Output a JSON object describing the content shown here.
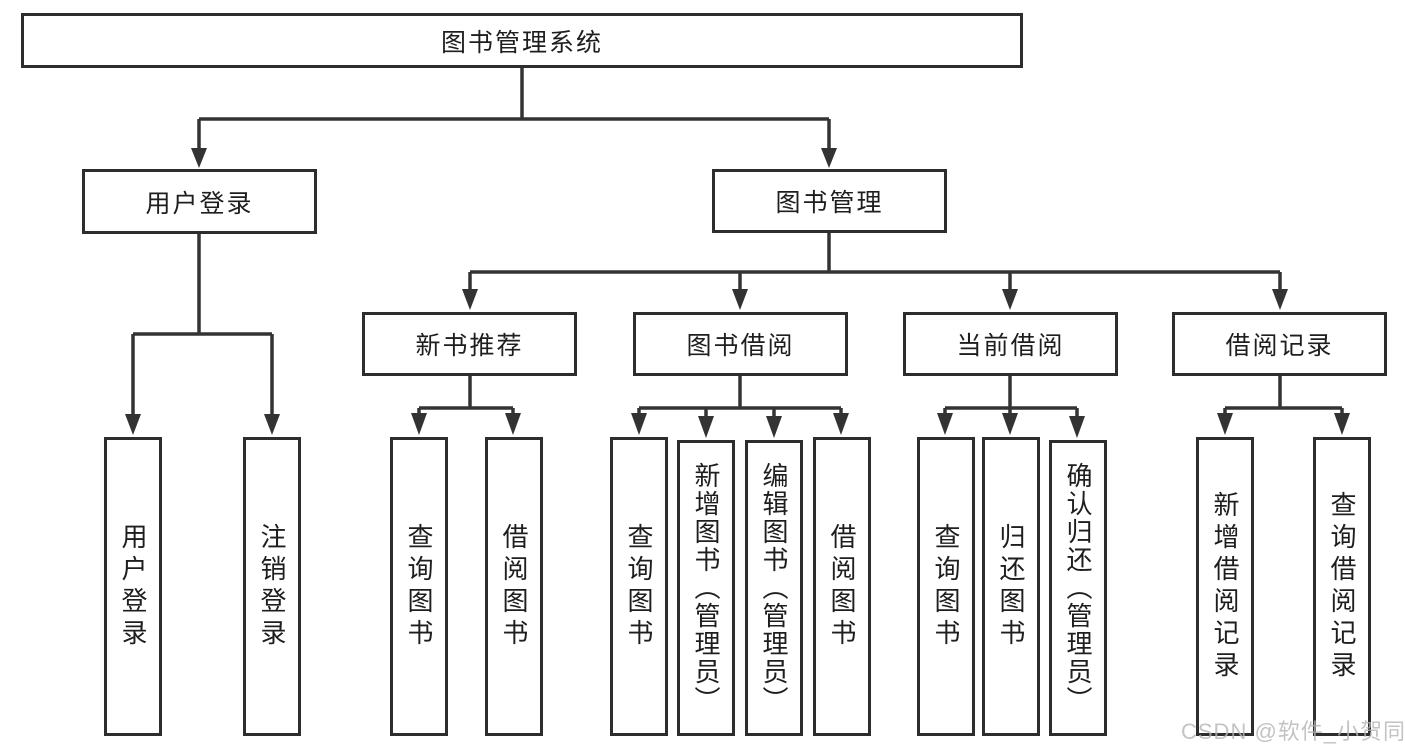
{
  "diagram_title": "图书管理系统",
  "tree": {
    "label": "图书管理系统",
    "children": [
      {
        "label": "用户登录",
        "children": [
          {
            "label": "用户登录"
          },
          {
            "label": "注销登录"
          }
        ]
      },
      {
        "label": "图书管理",
        "children": [
          {
            "label": "新书推荐",
            "children": [
              {
                "label": "查询图书"
              },
              {
                "label": "借阅图书"
              }
            ]
          },
          {
            "label": "图书借阅",
            "children": [
              {
                "label": "查询图书"
              },
              {
                "label": "新增图书（管理员）"
              },
              {
                "label": "编辑图书（管理员）"
              },
              {
                "label": "借阅图书"
              }
            ]
          },
          {
            "label": "当前借阅",
            "children": [
              {
                "label": "查询图书"
              },
              {
                "label": "归还图书"
              },
              {
                "label": "确认归还（管理员）"
              }
            ]
          },
          {
            "label": "借阅记录",
            "children": [
              {
                "label": "新增借阅记录"
              },
              {
                "label": "查询借阅记录"
              }
            ]
          }
        ]
      }
    ]
  },
  "watermark": {
    "text": "CSDN @软件_小贺同学"
  },
  "colors": {
    "line": "#333333",
    "box_border": "#2d2d2d",
    "box_fill": "#ffffff",
    "text": "#1e1e1e",
    "watermark": "#b5b5b5",
    "background": "#ffffff"
  }
}
